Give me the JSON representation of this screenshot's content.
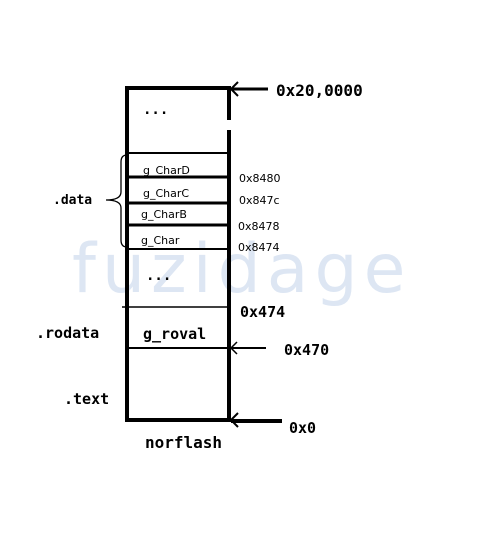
{
  "memory": {
    "top_label": "...",
    "middle_label": "...",
    "bottom_label": "norflash",
    "symbols": [
      "g_CharD",
      "g_CharC",
      "g_CharB",
      "g_Char"
    ],
    "rodata_symbol": "g_roval"
  },
  "sections": {
    "data": ".data",
    "rodata": ".rodata",
    "text": ".text"
  },
  "addresses": {
    "top": "0x20,0000",
    "a8480": "0x8480",
    "a847c": "0x847c",
    "a8478": "0x8478",
    "a8474": "0x8474",
    "a474": "0x474",
    "a470": "0x470",
    "a0": "0x0"
  },
  "watermark": "fuzidage",
  "colors": {
    "line": "#000000",
    "watermark": "#dde6f3"
  }
}
